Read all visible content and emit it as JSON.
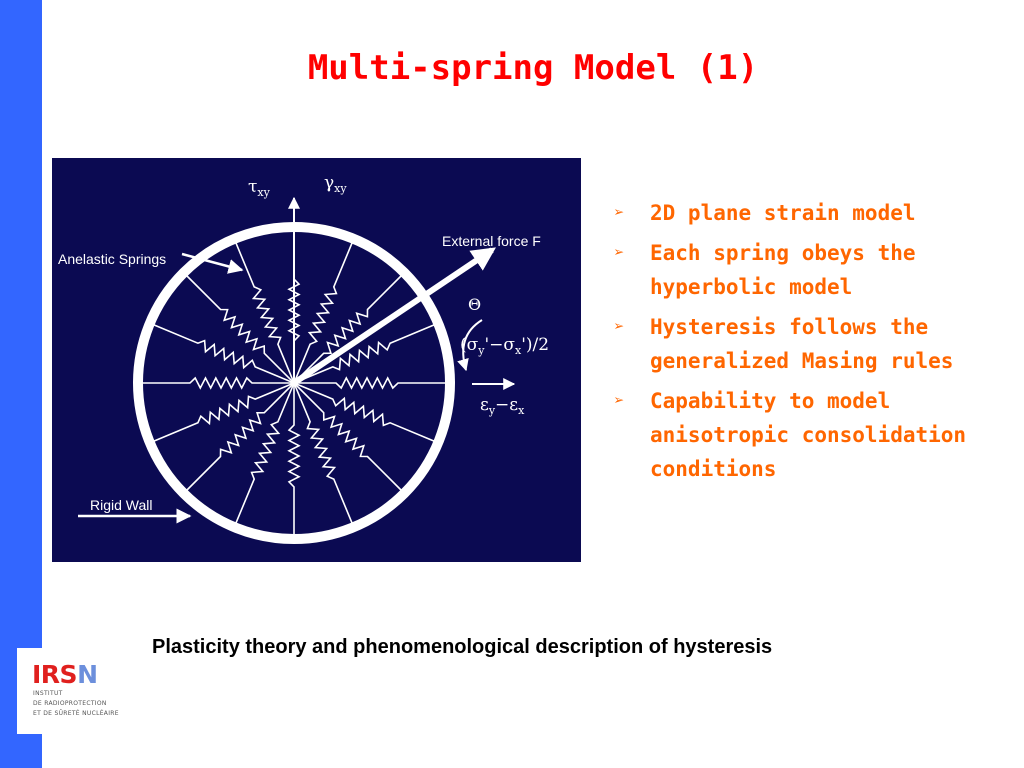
{
  "title": "Multi-spring Model (1)",
  "figure": {
    "tau_label": "τ",
    "tau_sub": "xy",
    "gamma_label": "γ",
    "gamma_sub": "xy",
    "external_force": "External force F",
    "anelastic_springs": "Anelastic Springs",
    "theta": "Θ",
    "stress_open": "(σ",
    "stress_sub_y": "y",
    "stress_mid": "'−σ",
    "stress_sub_x": "x",
    "stress_close": "')/2",
    "strain_eps1": "ε",
    "strain_sub_y": "y",
    "strain_mid": "−ε",
    "strain_sub_x": "x",
    "rigid_wall": "Rigid Wall"
  },
  "bullets": {
    "marker": "➢",
    "items": [
      {
        "lines": [
          "2D plane strain model"
        ]
      },
      {
        "lines": [
          "Each spring obeys the",
          "hyperbolic model"
        ]
      },
      {
        "lines": [
          "Hysteresis follows the",
          "generalized Masing rules"
        ]
      },
      {
        "lines": [
          "Capability to model",
          "anisotropic consolidation",
          "conditions"
        ]
      }
    ]
  },
  "caption": "Plasticity theory and phenomenological description of hysteresis",
  "logo": {
    "word": "IRS",
    "word_last": "N",
    "line1": "INSTITUT",
    "line2": "DE  RADIOPROTECTION",
    "line3": "ET DE SÛRETÉ NUCLÉAIRE"
  },
  "colors": {
    "side_bar": "#3366ff",
    "title": "#ff0000",
    "bullets": "#ff6600",
    "figure_bg": "#0b0a52",
    "logo_red": "#e0201e",
    "logo_blue": "#6c8fdc"
  }
}
